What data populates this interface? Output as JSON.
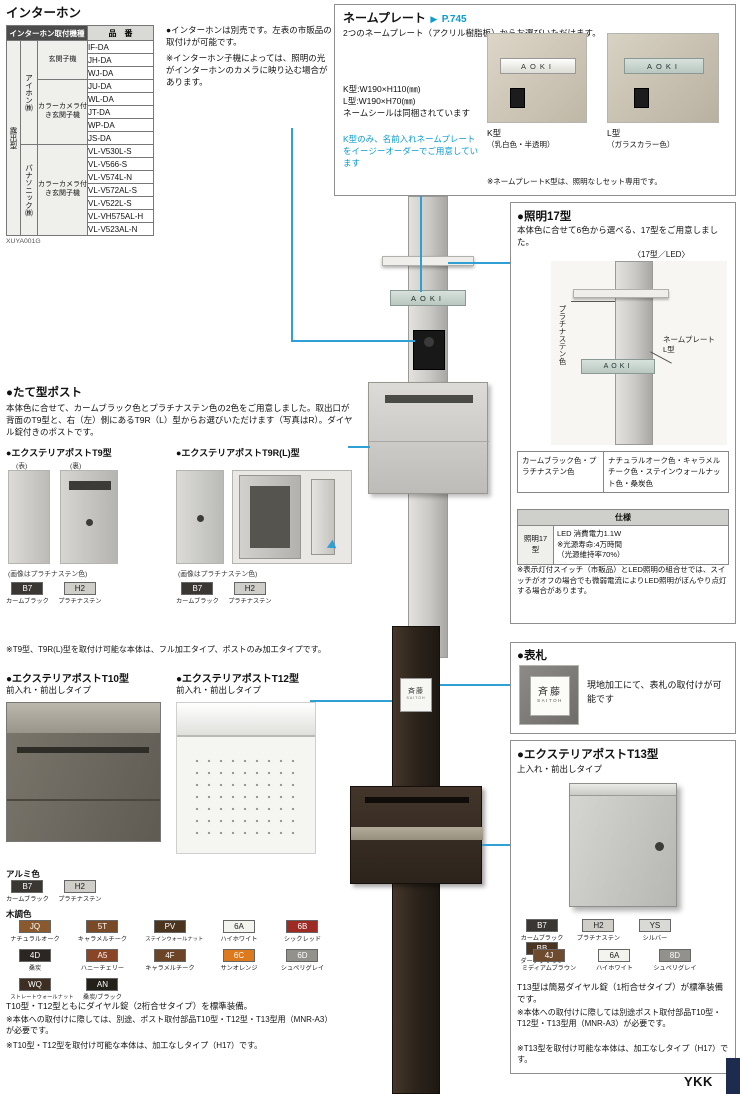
{
  "page": {
    "brand": "YKK"
  },
  "intercom": {
    "title": "インターホン",
    "note1": "●インターホンは別売です。左表の市販品の取付けが可能です。",
    "note2": "※インターホン子機によっては、照明の光がインターホンのカメラに映り込む場合があります。",
    "ref_code": "XUYA001G",
    "table": {
      "header_model": "インターホン取付機種",
      "header_code": "品　番",
      "mount_type": "露出型",
      "maker1": "アイホン㈱",
      "maker2": "パナソニック㈱",
      "type1": "玄関子機",
      "type2": "カラーカメラ付き玄関子機",
      "type3": "カラーカメラ付き玄関子機",
      "codes": [
        "IF-DA",
        "JH-DA",
        "WJ-DA",
        "JU-DA",
        "WL-DA",
        "JT-DA",
        "WP-DA",
        "JS-DA",
        "VL-V530L-S",
        "VL-V566-S",
        "VL-V574L-N",
        "VL-V572AL-S",
        "VL-V522L-S",
        "VL-VH575AL-H",
        "VL-V523AL-N"
      ]
    }
  },
  "nameplate": {
    "title": "ネームプレート",
    "page_arrow": "▶",
    "page_ref": "P.745",
    "intro": "2つのネームプレート（アクリル樹脂板）からお選びいただけます。",
    "size_k": "K型:W190×H110(㎜)",
    "size_l": "L型:W190×H70(㎜)",
    "seal_note": "ネームシールは同梱されています",
    "order_note": "K型のみ、名前入れネームプレートをイージーオーダーでご用意しています",
    "plate_text": "AOKI",
    "k_label": "K型",
    "k_sub": "（乳白色・半透明）",
    "l_label": "L型",
    "l_sub": "（ガラスカラー色）",
    "bottom_note": "※ネームプレートK型は、照明なしセット専用です。"
  },
  "lighting": {
    "title": "●照明17型",
    "intro": "本体色に合せて6色から選べる、17型をご用意しました。",
    "photo_label": "〈17型／LED〉",
    "callout_color": "プラチナステン色",
    "callout_plate1": "ネームプレート",
    "callout_plate2": "L型",
    "plate_text": "AOKI",
    "colors_left": "カームブラック色・プラチナステン色",
    "colors_right": "ナチュラルオーク色・キャラメルチーク色・ステインウォールナット色・桑炭色",
    "spec_header": "仕様",
    "spec_name": "照明17型",
    "spec_v1": "LED 消費電力1.1W",
    "spec_v2": "※光源寿命:4万時間",
    "spec_v3": "（光源維持率70%）",
    "note": "※表示灯付スイッチ（市販品）とLED照明の組合せでは、スイッチがオフの場合でも微弱電流によりLED照明がぼんやり点灯する場合があります。"
  },
  "tate_post": {
    "title": "●たて型ポスト",
    "intro": "本体色に合せて、カームブラック色とプラチナステン色の2色をご用意しました。取出口が背面のT9型と、右（左）側にあるT9R（L）型からお選びいただけます（写真はR）。ダイヤル錠付きのポストです。",
    "t9_title": "●エクステリアポストT9型",
    "t9_front": "(表)",
    "t9_back": "(裏)",
    "t9_caption": "(画像はプラチナステン色)",
    "t9r_title": "●エクステリアポストT9R(L)型",
    "t9r_caption": "(画像はプラチナステン色)",
    "chips": [
      {
        "code": "B7",
        "name": "カームブラック",
        "hex": "#3a3733",
        "fg": "#ffffff"
      },
      {
        "code": "H2",
        "name": "プラチナステン",
        "hex": "#cfcec9",
        "fg": "#222222"
      }
    ],
    "note": "※T9型、T9R(L)型を取付け可能な本体は、フル加工タイプ、ポストのみ加工タイプです。"
  },
  "t10t12": {
    "t10_title": "●エクステリアポストT10型",
    "t10_sub": "前入れ・前出しタイプ",
    "t12_title": "●エクステリアポストT12型",
    "t12_sub": "前入れ・前出しタイプ",
    "alumi_label": "アルミ色",
    "wood_label": "木調色",
    "alumi": [
      {
        "code": "B7",
        "name": "カームブラック",
        "hex": "#3a3733",
        "fg": "#ffffff"
      },
      {
        "code": "H2",
        "name": "プラチナステン",
        "hex": "#cfcec9",
        "fg": "#222222"
      }
    ],
    "wood": [
      {
        "code": "JQ",
        "name": "ナチュラルオーク",
        "hex": "#8a5a2e",
        "fg": "#ffffff"
      },
      {
        "code": "5T",
        "name": "キャラメルチーク",
        "hex": "#7a4a26",
        "fg": "#ffffff"
      },
      {
        "code": "PV",
        "name": "ステインウォールナット",
        "hex": "#4c351f",
        "fg": "#ffffff"
      },
      {
        "code": "4D",
        "name": "桑炭",
        "hex": "#2b2622",
        "fg": "#ffffff"
      },
      {
        "code": "A5",
        "name": "ハニーチェリー",
        "hex": "#8a4526",
        "fg": "#ffffff"
      },
      {
        "code": "4F",
        "name": "キャラメルチーク",
        "hex": "#6b4526",
        "fg": "#ffffff"
      },
      {
        "code": "WQ",
        "name": "ストレートウォールナット",
        "hex": "#3c2e22",
        "fg": "#ffffff"
      },
      {
        "code": "AN",
        "name": "桑炭/ブラック",
        "hex": "#232019",
        "fg": "#ffffff"
      }
    ],
    "accent": [
      {
        "code": "6A",
        "name": "ハイホワイト",
        "hex": "#f4f4ef",
        "fg": "#222222"
      },
      {
        "code": "6B",
        "name": "シックレッド",
        "hex": "#9e2a24",
        "fg": "#ffffff"
      },
      {
        "code": "6C",
        "name": "サンオレンジ",
        "hex": "#dd7a1e",
        "fg": "#ffffff"
      },
      {
        "code": "6D",
        "name": "シュペリグレイ",
        "hex": "#93918c",
        "fg": "#ffffff"
      }
    ],
    "lock_note": "T10型・T12型ともにダイヤル錠（2桁合せタイプ）を標準装備。",
    "note1": "※本体への取付けに際しては、別途、ポスト取付部品T10型・T12型・T13型用（MNR-A3）が必要です。",
    "note2": "※T10型・T12型を取付け可能な本体は、加工なしタイプ（H17）です。"
  },
  "hyosatsu": {
    "title": "●表札",
    "text": "現地加工にて、表札の取付けが可能です",
    "plate_name": "斉藤",
    "plate_romaji": "SAITOH"
  },
  "t13": {
    "title": "●エクステリアポストT13型",
    "sub": "上入れ・前出しタイプ",
    "colors1": [
      {
        "code": "B7",
        "name": "カームブラック",
        "hex": "#3a3733",
        "fg": "#ffffff"
      },
      {
        "code": "H2",
        "name": "プラチナステン",
        "hex": "#cfcec9",
        "fg": "#222222"
      },
      {
        "code": "YS",
        "name": "シルバー",
        "hex": "#d9d9d6",
        "fg": "#222222"
      },
      {
        "code": "BB",
        "name": "ダークブラウン",
        "hex": "#4a3422",
        "fg": "#ffffff"
      }
    ],
    "colors2": [
      {
        "code": "4J",
        "name": "ミディアムブラウン",
        "hex": "#6e4a2e",
        "fg": "#ffffff"
      },
      {
        "code": "6A",
        "name": "ハイホワイト",
        "hex": "#f4f4ef",
        "fg": "#222222"
      },
      {
        "code": "8D",
        "name": "シュペリグレイ",
        "hex": "#93918c",
        "fg": "#ffffff"
      }
    ],
    "lock_note": "T13型は簡易ダイヤル錠（1桁合せタイプ）が標準装備です。",
    "note1": "※本体への取付けに際しては別途ポスト取付部品T10型・T12型・T13型用（MNR-A3）が必要です。",
    "note2": "※T13型を取付け可能な本体は、加工なしタイプ（H17）です。"
  },
  "pillars": {
    "plate_top": "AOKI",
    "plate_bottom_name": "斉藤",
    "plate_bottom_romaji": "SAITOH"
  }
}
